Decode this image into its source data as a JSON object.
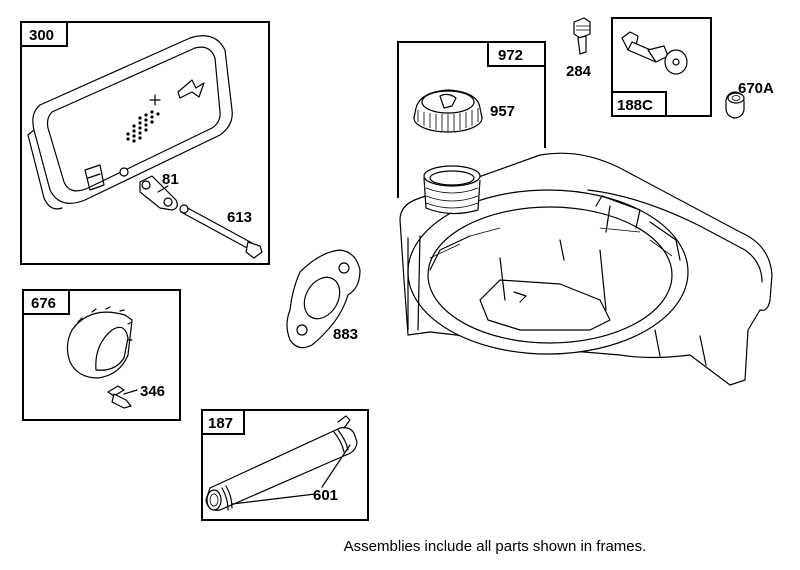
{
  "frames": {
    "muffler": "300",
    "air_guide": "676",
    "tube": "187",
    "blower_housing": "972",
    "screw_assembly": "188C"
  },
  "parts": {
    "p81": "81",
    "p613": "613",
    "p346": "346",
    "p601": "601",
    "p883": "883",
    "p957": "957",
    "p284": "284",
    "p670a": "670A"
  },
  "caption": "Assemblies include all parts shown in frames."
}
